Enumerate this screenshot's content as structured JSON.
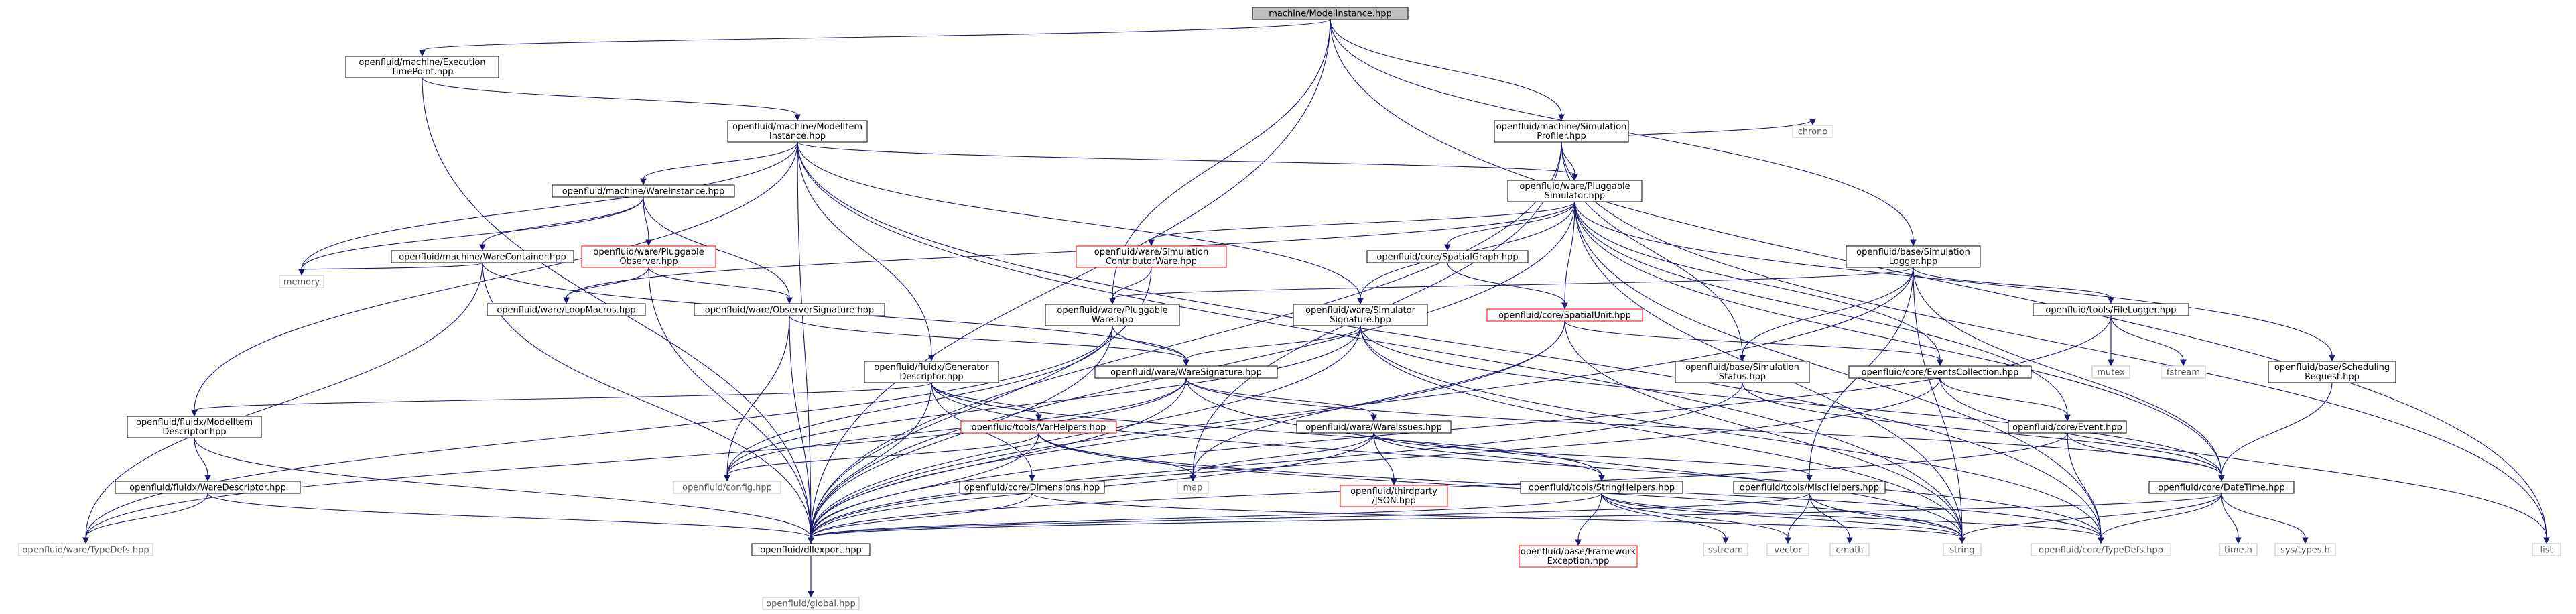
{
  "nodes": [
    {
      "id": "root",
      "lines": [
        "machine/ModelInstance.hpp"
      ],
      "style": "root"
    },
    {
      "id": "exectime",
      "lines": [
        "openfluid/machine/Execution",
        "TimePoint.hpp"
      ]
    },
    {
      "id": "modelitem",
      "lines": [
        "openfluid/machine/ModelItem",
        "Instance.hpp"
      ]
    },
    {
      "id": "simprofiler",
      "lines": [
        "openfluid/machine/Simulation",
        "Profiler.hpp"
      ]
    },
    {
      "id": "chrono",
      "lines": [
        "chrono"
      ],
      "style": "gray"
    },
    {
      "id": "wareinstance",
      "lines": [
        "openfluid/machine/WareInstance.hpp"
      ]
    },
    {
      "id": "pluggablesim",
      "lines": [
        "openfluid/ware/Pluggable",
        "Simulator.hpp"
      ]
    },
    {
      "id": "warecontainer",
      "lines": [
        "openfluid/machine/WareContainer.hpp"
      ]
    },
    {
      "id": "pluggableobs",
      "lines": [
        "openfluid/ware/Pluggable",
        "Observer.hpp"
      ],
      "style": "red"
    },
    {
      "id": "simcontrib",
      "lines": [
        "openfluid/ware/Simulation",
        "ContributorWare.hpp"
      ],
      "style": "red"
    },
    {
      "id": "spatialgraph",
      "lines": [
        "openfluid/core/SpatialGraph.hpp"
      ]
    },
    {
      "id": "simlogger",
      "lines": [
        "openfluid/base/Simulation",
        "Logger.hpp"
      ]
    },
    {
      "id": "memory",
      "lines": [
        "memory"
      ],
      "style": "gray"
    },
    {
      "id": "loopmacros",
      "lines": [
        "openfluid/ware/LoopMacros.hpp"
      ]
    },
    {
      "id": "obssignature",
      "lines": [
        "openfluid/ware/ObserverSignature.hpp"
      ]
    },
    {
      "id": "pluggableware",
      "lines": [
        "openfluid/ware/Pluggable",
        "Ware.hpp"
      ]
    },
    {
      "id": "simsignature",
      "lines": [
        "openfluid/ware/Simulator",
        "Signature.hpp"
      ]
    },
    {
      "id": "spatialunit",
      "lines": [
        "openfluid/core/SpatialUnit.hpp"
      ],
      "style": "red"
    },
    {
      "id": "filelogger",
      "lines": [
        "openfluid/tools/FileLogger.hpp"
      ]
    },
    {
      "id": "mutex",
      "lines": [
        "mutex"
      ],
      "style": "gray"
    },
    {
      "id": "fstream",
      "lines": [
        "fstream"
      ],
      "style": "gray"
    },
    {
      "id": "gendescriptor",
      "lines": [
        "openfluid/fluidx/Generator",
        "Descriptor.hpp"
      ]
    },
    {
      "id": "waresignature",
      "lines": [
        "openfluid/ware/WareSignature.hpp"
      ]
    },
    {
      "id": "simstatus",
      "lines": [
        "openfluid/base/Simulation",
        "Status.hpp"
      ]
    },
    {
      "id": "eventscollection",
      "lines": [
        "openfluid/core/EventsCollection.hpp"
      ]
    },
    {
      "id": "schedrequest",
      "lines": [
        "openfluid/base/Scheduling",
        "Request.hpp"
      ]
    },
    {
      "id": "modelitemdesc",
      "lines": [
        "openfluid/fluidx/ModelItem",
        "Descriptor.hpp"
      ]
    },
    {
      "id": "varhelpers",
      "lines": [
        "openfluid/tools/VarHelpers.hpp"
      ],
      "style": "red"
    },
    {
      "id": "wareissues",
      "lines": [
        "openfluid/ware/WareIssues.hpp"
      ]
    },
    {
      "id": "event",
      "lines": [
        "openfluid/core/Event.hpp"
      ]
    },
    {
      "id": "waredescriptor",
      "lines": [
        "openfluid/fluidx/WareDescriptor.hpp"
      ]
    },
    {
      "id": "config",
      "lines": [
        "openfluid/config.hpp"
      ],
      "style": "gray"
    },
    {
      "id": "dimensions",
      "lines": [
        "openfluid/core/Dimensions.hpp"
      ]
    },
    {
      "id": "map",
      "lines": [
        "map"
      ],
      "style": "gray"
    },
    {
      "id": "json",
      "lines": [
        "openfluid/thirdparty",
        "/JSON.hpp"
      ],
      "style": "red"
    },
    {
      "id": "stringhelpers",
      "lines": [
        "openfluid/tools/StringHelpers.hpp"
      ]
    },
    {
      "id": "mischelpers",
      "lines": [
        "openfluid/tools/MiscHelpers.hpp"
      ]
    },
    {
      "id": "datetime",
      "lines": [
        "openfluid/core/DateTime.hpp"
      ]
    },
    {
      "id": "waretypedefs",
      "lines": [
        "openfluid/ware/TypeDefs.hpp"
      ],
      "style": "gray"
    },
    {
      "id": "dllexport",
      "lines": [
        "openfluid/dllexport.hpp"
      ]
    },
    {
      "id": "fwexception",
      "lines": [
        "openfluid/base/Framework",
        "Exception.hpp"
      ],
      "style": "red"
    },
    {
      "id": "sstream",
      "lines": [
        "sstream"
      ],
      "style": "gray"
    },
    {
      "id": "vector",
      "lines": [
        "vector"
      ],
      "style": "gray"
    },
    {
      "id": "cmath",
      "lines": [
        "cmath"
      ],
      "style": "gray"
    },
    {
      "id": "string",
      "lines": [
        "string"
      ],
      "style": "gray"
    },
    {
      "id": "coretypedefs",
      "lines": [
        "openfluid/core/TypeDefs.hpp"
      ],
      "style": "gray"
    },
    {
      "id": "timeh",
      "lines": [
        "time.h"
      ],
      "style": "gray"
    },
    {
      "id": "systypes",
      "lines": [
        "sys/types.h"
      ],
      "style": "gray"
    },
    {
      "id": "list",
      "lines": [
        "list"
      ],
      "style": "gray"
    },
    {
      "id": "global",
      "lines": [
        "openfluid/global.hpp"
      ],
      "style": "gray"
    }
  ],
  "edges": [
    [
      "root",
      "exectime"
    ],
    [
      "root",
      "dllexport"
    ],
    [
      "root",
      "pluggableware"
    ],
    [
      "root",
      "simprofiler"
    ],
    [
      "root",
      "simlogger"
    ],
    [
      "root",
      "list"
    ],
    [
      "exectime",
      "modelitem"
    ],
    [
      "exectime",
      "dllexport"
    ],
    [
      "modelitem",
      "wareinstance"
    ],
    [
      "modelitem",
      "pluggablesim"
    ],
    [
      "modelitem",
      "simsignature"
    ],
    [
      "modelitem",
      "memory"
    ],
    [
      "modelitem",
      "modelitemdesc"
    ],
    [
      "modelitem",
      "gendescriptor"
    ],
    [
      "modelitem",
      "dllexport"
    ],
    [
      "modelitem",
      "coretypedefs"
    ],
    [
      "modelitem",
      "string"
    ],
    [
      "simprofiler",
      "pluggablesim"
    ],
    [
      "simprofiler",
      "chrono"
    ],
    [
      "simprofiler",
      "simstatus"
    ],
    [
      "simprofiler",
      "map"
    ],
    [
      "simprofiler",
      "dllexport"
    ],
    [
      "simprofiler",
      "list"
    ],
    [
      "wareinstance",
      "warecontainer"
    ],
    [
      "wareinstance",
      "pluggableobs"
    ],
    [
      "wareinstance",
      "obssignature"
    ],
    [
      "wareinstance",
      "memory"
    ],
    [
      "pluggablesim",
      "simcontrib"
    ],
    [
      "pluggablesim",
      "spatialgraph"
    ],
    [
      "pluggablesim",
      "loopmacros"
    ],
    [
      "pluggablesim",
      "simsignature"
    ],
    [
      "pluggablesim",
      "spatialunit"
    ],
    [
      "pluggablesim",
      "eventscollection"
    ],
    [
      "pluggablesim",
      "schedrequest"
    ],
    [
      "pluggablesim",
      "event"
    ],
    [
      "pluggablesim",
      "datetime"
    ],
    [
      "pluggablesim",
      "dllexport"
    ],
    [
      "pluggablesim",
      "string"
    ],
    [
      "pluggablesim",
      "coretypedefs"
    ],
    [
      "warecontainer",
      "memory"
    ],
    [
      "warecontainer",
      "waretypedefs"
    ],
    [
      "warecontainer",
      "dllexport"
    ],
    [
      "warecontainer",
      "waresignature"
    ],
    [
      "pluggableobs",
      "loopmacros"
    ],
    [
      "pluggableobs",
      "obssignature"
    ],
    [
      "pluggableobs",
      "dllexport"
    ],
    [
      "simcontrib",
      "pluggableware"
    ],
    [
      "simcontrib",
      "dllexport"
    ],
    [
      "spatialgraph",
      "spatialunit"
    ],
    [
      "simlogger",
      "pluggableware"
    ],
    [
      "simlogger",
      "filelogger"
    ],
    [
      "simlogger",
      "simstatus"
    ],
    [
      "simlogger",
      "mischelpers"
    ],
    [
      "simlogger",
      "dllexport"
    ],
    [
      "simlogger",
      "datetime"
    ],
    [
      "simlogger",
      "string"
    ],
    [
      "obssignature",
      "waresignature"
    ],
    [
      "obssignature",
      "dllexport"
    ],
    [
      "obssignature",
      "config"
    ],
    [
      "pluggableware",
      "waresignature"
    ],
    [
      "pluggableware",
      "dllexport"
    ],
    [
      "pluggableware",
      "config"
    ],
    [
      "pluggableware",
      "waretypedefs"
    ],
    [
      "simsignature",
      "waresignature"
    ],
    [
      "simsignature",
      "dllexport"
    ],
    [
      "simsignature",
      "datetime"
    ],
    [
      "simsignature",
      "coretypedefs"
    ],
    [
      "simsignature",
      "string"
    ],
    [
      "simsignature",
      "config"
    ],
    [
      "spatialunit",
      "eventscollection"
    ],
    [
      "spatialunit",
      "dllexport"
    ],
    [
      "spatialunit",
      "map"
    ],
    [
      "spatialunit",
      "string"
    ],
    [
      "filelogger",
      "mutex"
    ],
    [
      "filelogger",
      "fstream"
    ],
    [
      "filelogger",
      "dllexport"
    ],
    [
      "gendescriptor",
      "modelitemdesc"
    ],
    [
      "gendescriptor",
      "varhelpers"
    ],
    [
      "gendescriptor",
      "dimensions"
    ],
    [
      "gendescriptor",
      "stringhelpers"
    ],
    [
      "gendescriptor",
      "dllexport"
    ],
    [
      "gendescriptor",
      "coretypedefs"
    ],
    [
      "waresignature",
      "wareissues"
    ],
    [
      "waresignature",
      "waretypedefs"
    ],
    [
      "waresignature",
      "config"
    ],
    [
      "waresignature",
      "dllexport"
    ],
    [
      "waresignature",
      "string"
    ],
    [
      "waresignature",
      "datetime"
    ],
    [
      "simstatus",
      "datetime"
    ],
    [
      "simstatus",
      "dllexport"
    ],
    [
      "eventscollection",
      "event"
    ],
    [
      "eventscollection",
      "list"
    ],
    [
      "eventscollection",
      "dllexport"
    ],
    [
      "schedrequest",
      "datetime"
    ],
    [
      "modelitemdesc",
      "waredescriptor"
    ],
    [
      "modelitemdesc",
      "dllexport"
    ],
    [
      "varhelpers",
      "config"
    ],
    [
      "varhelpers",
      "map"
    ],
    [
      "varhelpers",
      "dllexport"
    ],
    [
      "varhelpers",
      "string"
    ],
    [
      "varhelpers",
      "coretypedefs"
    ],
    [
      "wareissues",
      "json"
    ],
    [
      "wareissues",
      "stringhelpers"
    ],
    [
      "wareissues",
      "map"
    ],
    [
      "wareissues",
      "dllexport"
    ],
    [
      "wareissues",
      "mischelpers"
    ],
    [
      "event",
      "datetime"
    ],
    [
      "event",
      "dllexport"
    ],
    [
      "event",
      "coretypedefs"
    ],
    [
      "waredescriptor",
      "waretypedefs"
    ],
    [
      "waredescriptor",
      "dllexport"
    ],
    [
      "dimensions",
      "dllexport"
    ],
    [
      "dimensions",
      "string"
    ],
    [
      "stringhelpers",
      "fwexception"
    ],
    [
      "stringhelpers",
      "sstream"
    ],
    [
      "stringhelpers",
      "vector"
    ],
    [
      "stringhelpers",
      "string"
    ],
    [
      "stringhelpers",
      "dllexport"
    ],
    [
      "stringhelpers",
      "coretypedefs"
    ],
    [
      "mischelpers",
      "cmath"
    ],
    [
      "mischelpers",
      "vector"
    ],
    [
      "mischelpers",
      "string"
    ],
    [
      "mischelpers",
      "dllexport"
    ],
    [
      "datetime",
      "dllexport"
    ],
    [
      "datetime",
      "string"
    ],
    [
      "datetime",
      "coretypedefs"
    ],
    [
      "datetime",
      "timeh"
    ],
    [
      "datetime",
      "systypes"
    ],
    [
      "dllexport",
      "global"
    ]
  ]
}
